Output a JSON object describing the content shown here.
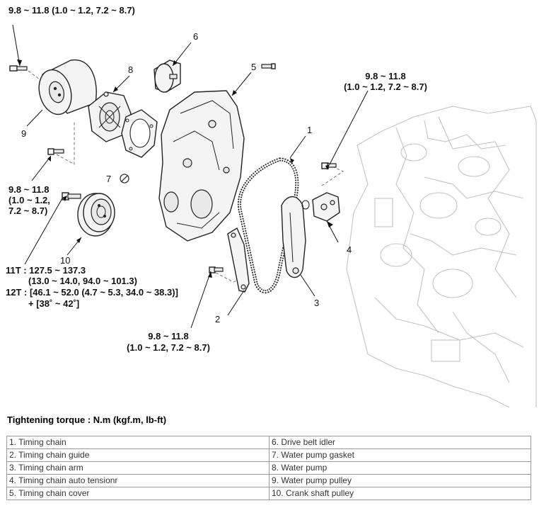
{
  "torques": {
    "top_left": "9.8 ~ 11.8 (1.0 ~ 1.2, 7.2 ~ 8.7)",
    "right_line1": "9.8 ~ 11.8",
    "right_line2": "(1.0 ~ 1.2, 7.2 ~ 8.7)",
    "left_line1": "9.8 ~ 11.8",
    "left_line2": "(1.0 ~ 1.2,",
    "left_line3": "7.2 ~ 8.7)",
    "bottom_line1": "9.8 ~ 11.8",
    "bottom_line2": "(1.0 ~ 1.2, 7.2 ~ 8.7)",
    "crank_11t_line1": "11T : 127.5 ~ 137.3",
    "crank_11t_line2": "(13.0 ~ 14.0, 94.0 ~ 101.3)",
    "crank_12t_line1": "12T : [46.1 ~ 52.0 (4.7 ~ 5.3, 34.0 ~ 38.3)]",
    "crank_12t_line2": "+ [38˚ ~ 42˚]"
  },
  "callouts": {
    "n1": "1",
    "n2": "2",
    "n3": "3",
    "n4": "4",
    "n5": "5",
    "n6": "6",
    "n7": "7",
    "n8": "8",
    "n9": "9",
    "n10": "10"
  },
  "legend": {
    "title": "Tightening torque : N.m (kgf.m, lb-ft)",
    "rows": [
      [
        "1. Timing chain",
        "6. Drive belt idler"
      ],
      [
        "2. Timing chain guide",
        "7. Water pump gasket"
      ],
      [
        "3. Timing chain arm",
        "8. Water pump"
      ],
      [
        "4. Timing chain auto tensionr",
        "9. Water pump pulley"
      ],
      [
        "5. Timing chain cover",
        "10. Crank shaft pulley"
      ]
    ]
  }
}
